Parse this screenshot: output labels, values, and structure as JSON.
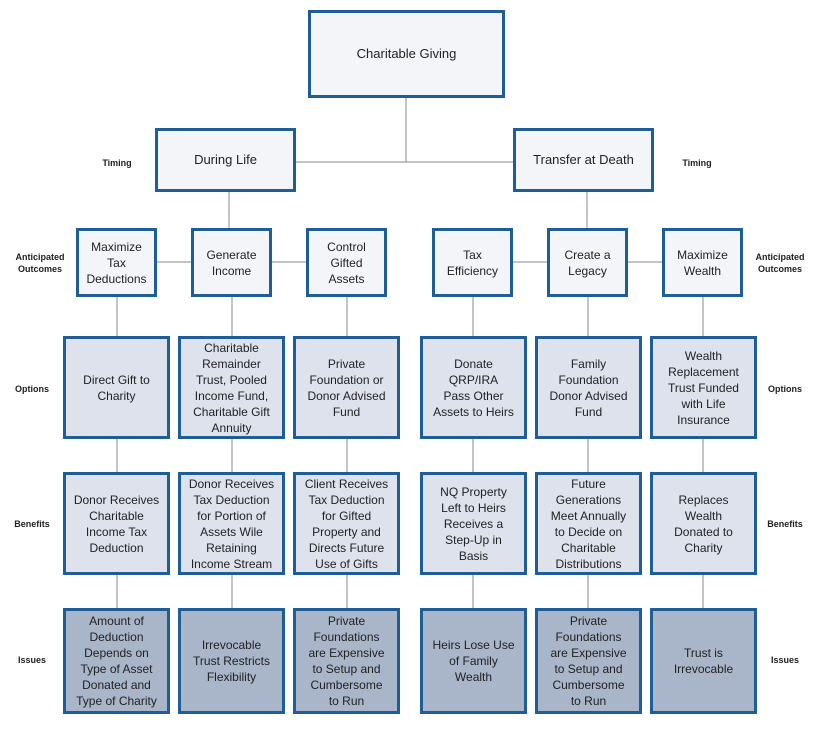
{
  "colors": {
    "border": "#1f5d97",
    "line": "#888888",
    "fill_top": "#f4f5f9",
    "fill_mid": "#dde2ec",
    "fill_bottom": "#a9b5c8",
    "text": "#222222"
  },
  "root": "Charitable Giving",
  "branches": {
    "left": "During Life",
    "right": "Transfer at Death"
  },
  "row_labels": {
    "timing_left": "Timing",
    "timing_right": "Timing",
    "outcomes_left": "Anticipated\nOutcomes",
    "outcomes_right": "Anticipated\nOutcomes",
    "options_left": "Options",
    "options_right": "Options",
    "benefits_left": "Benefits",
    "benefits_right": "Benefits",
    "issues_left": "Issues",
    "issues_right": "Issues"
  },
  "outcomes": [
    "Maximize\nTax\nDeductions",
    "Generate\nIncome",
    "Control\nGifted\nAssets",
    "Tax\nEfficiency",
    "Create a\nLegacy",
    "Maximize\nWealth"
  ],
  "options": [
    "Direct Gift to\nCharity",
    "Charitable\nRemainder\nTrust, Pooled\nIncome Fund,\nCharitable Gift\nAnnuity",
    "Private\nFoundation or\nDonor Advised\nFund",
    "Donate\nQRP/IRA\nPass Other\nAssets to Heirs",
    "Family\nFoundation\nDonor Advised\nFund",
    "Wealth\nReplacement\nTrust Funded\nwith Life\nInsurance"
  ],
  "benefits": [
    "Donor Receives\nCharitable\nIncome Tax\nDeduction",
    "Donor Receives\nTax Deduction\nfor Portion of\nAssets Wile\nRetaining\nIncome Stream",
    "Client Receives\nTax Deduction\nfor Gifted\nProperty and\nDirects Future\nUse of Gifts",
    "NQ Property\nLeft to Heirs\nReceives a\nStep-Up in\nBasis",
    "Future\nGenerations\nMeet Annually\nto Decide on\nCharitable\nDistributions",
    "Replaces\nWealth\nDonated to\nCharity"
  ],
  "issues": [
    "Amount of\nDeduction\nDepends on\nType of Asset\nDonated and\nType of Charity",
    "Irrevocable\nTrust Restricts\nFlexibility",
    "Private\nFoundations\nare Expensive\nto Setup and\nCumbersome\nto Run",
    "Heirs Lose Use\nof Family\nWealth",
    "Private\nFoundations\nare Expensive\nto Setup and\nCumbersome\nto Run",
    "Trust is\nIrrevocable"
  ]
}
